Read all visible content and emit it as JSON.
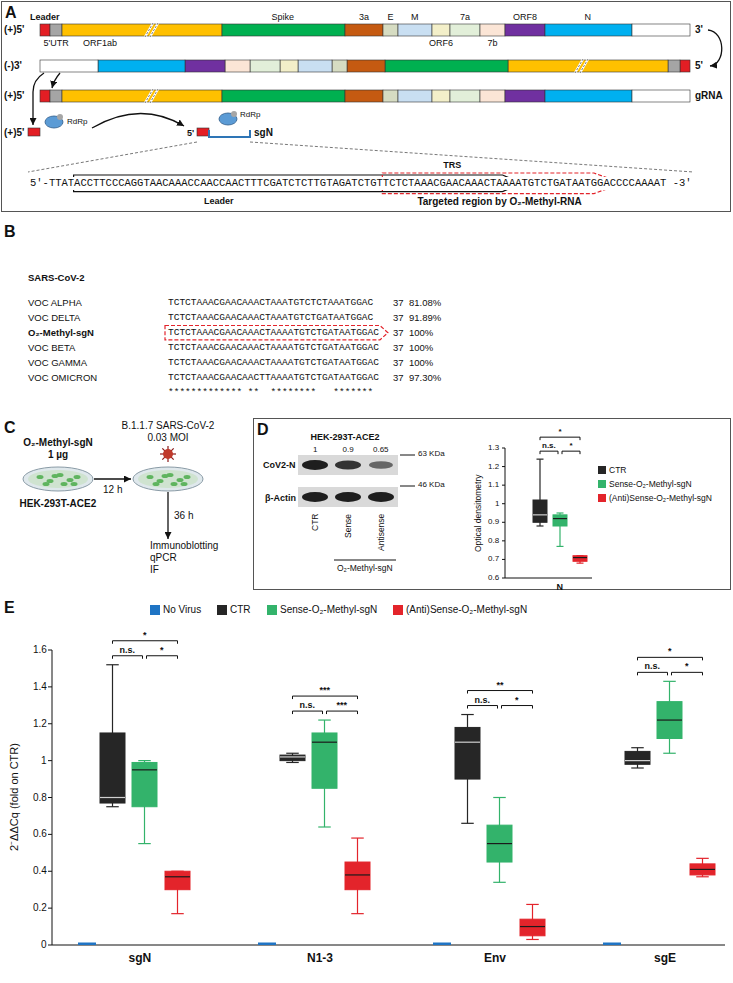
{
  "diagram": {
    "nodes": [
      {
        "text": [
          "A"
        ]
      },
      {
        "text": [
          "O₂-Methyl-sgN 1 µg",
          "HEK-293T-ACE2"
        ]
      },
      {
        "text": [
          "B.1.1.7 SARS-CoV-2 0.03 MOI"
        ]
      },
      {
        "text": [
          "Immunoblotting",
          "qPCR",
          "IF"
        ]
      },
      {
        "text": [
          "D"
        ]
      }
    ],
    "edges": [
      {
        "from": 1,
        "to": 2,
        "label": "12 h",
        "arrow": "to"
      },
      {
        "from": 2,
        "to": 3,
        "label": "36 h",
        "arrow": "to"
      }
    ],
    "labels": [
      "Leader",
      "(+)5'",
      "5'UTR",
      "ORF1ab",
      "Spike",
      "3a",
      "E",
      "M",
      "7a",
      "ORF8",
      "N",
      "ORF6",
      "7b",
      "3'",
      "(-)3'",
      "5'",
      "(+)5'",
      "gRNA",
      "(+)5'",
      "RdRp",
      "5'",
      "RdRp",
      "sgN",
      "TRS",
      "5'-TTATACCTTCCCAGGTAACAAACCAACCAACTTTCGATCTCTTGTAGATCTGTTCTCTAAACGAACAAACTAAAATGTCTGATAATGGACCCCAAAAT -3'",
      "Leader",
      "Targeted region by O₂-Methyl-RNA",
      "B",
      "SARS-CoV-2",
      "VOC ALPHA",
      "TCTCTAAACGAACAAACTAAATGTCTCTAAATGGAC",
      "37",
      "81.08%",
      "VOC DELTA",
      "TCTCTAAACGAACAAACTAAATGTCTGATAATGGAC",
      "37",
      "91.89%",
      "O₂-Methyl-sgN",
      "TCTCTAAACGAACAAACTAAAATGTCTGATAATGGAC",
      "37",
      "100%",
      "VOC BETA",
      "TCTCTAAACGAACAAACTAAAATGTCTGATAATGGAC",
      "37",
      "100%",
      "VOC GAMMA",
      "TCTCTAAACGAACAAACTAAAATGTCTGATAATGGAC",
      "37",
      "100%",
      "VOC OMICRON",
      "TCTCTAAACGAACAACTTAAAATGTCTGATAATGGAC",
      "37",
      "97.30%",
      "************* **  ********   *******",
      "C",
      "HEK-293T-ACE2",
      "1",
      "0.9",
      "0.65",
      "CoV2-N",
      "63 KDa",
      "46 KDa",
      "β-Actin",
      "CTR",
      "Sense",
      "Antisense",
      "O₂-Methyl-sgN",
      "Optical densitometry",
      "1.3",
      "1.2",
      "1.1",
      "1",
      "0.9",
      "0.8",
      "0.7",
      "0.6",
      "*",
      "n.s.",
      "*",
      "N",
      "E",
      "2⁻ΔΔCq (fold on CTR)",
      "1.6",
      "1.4",
      "1.2",
      "1",
      "0.8",
      "0.6",
      "0.4",
      "0.2",
      "0",
      "*",
      "n.s.",
      "*",
      "***",
      "n.s.",
      "***",
      "**",
      "n.s.",
      "*",
      "*",
      "n.s.",
      "*",
      "sgN",
      "N1-3",
      "Env",
      "sgE"
    ],
    "legend": [
      {
        "text": "CTR",
        "color": "#262626"
      },
      {
        "text": "Sense-O₂-Methyl-sgN",
        "color": "#33b36b"
      },
      {
        "text": "(Anti)Sense-O₂-Methyl-sgN",
        "color": "#e3242b"
      },
      {
        "text": "No Virus",
        "color": "#1f74c4"
      },
      {
        "text": "CTR",
        "color": "#262626"
      },
      {
        "text": "Sense-O₂-Methyl-sgN",
        "color": "#33b36b"
      },
      {
        "text": "(Anti)Sense-O₂-Methyl-sgN",
        "color": "#e3242b"
      }
    ]
  }
}
